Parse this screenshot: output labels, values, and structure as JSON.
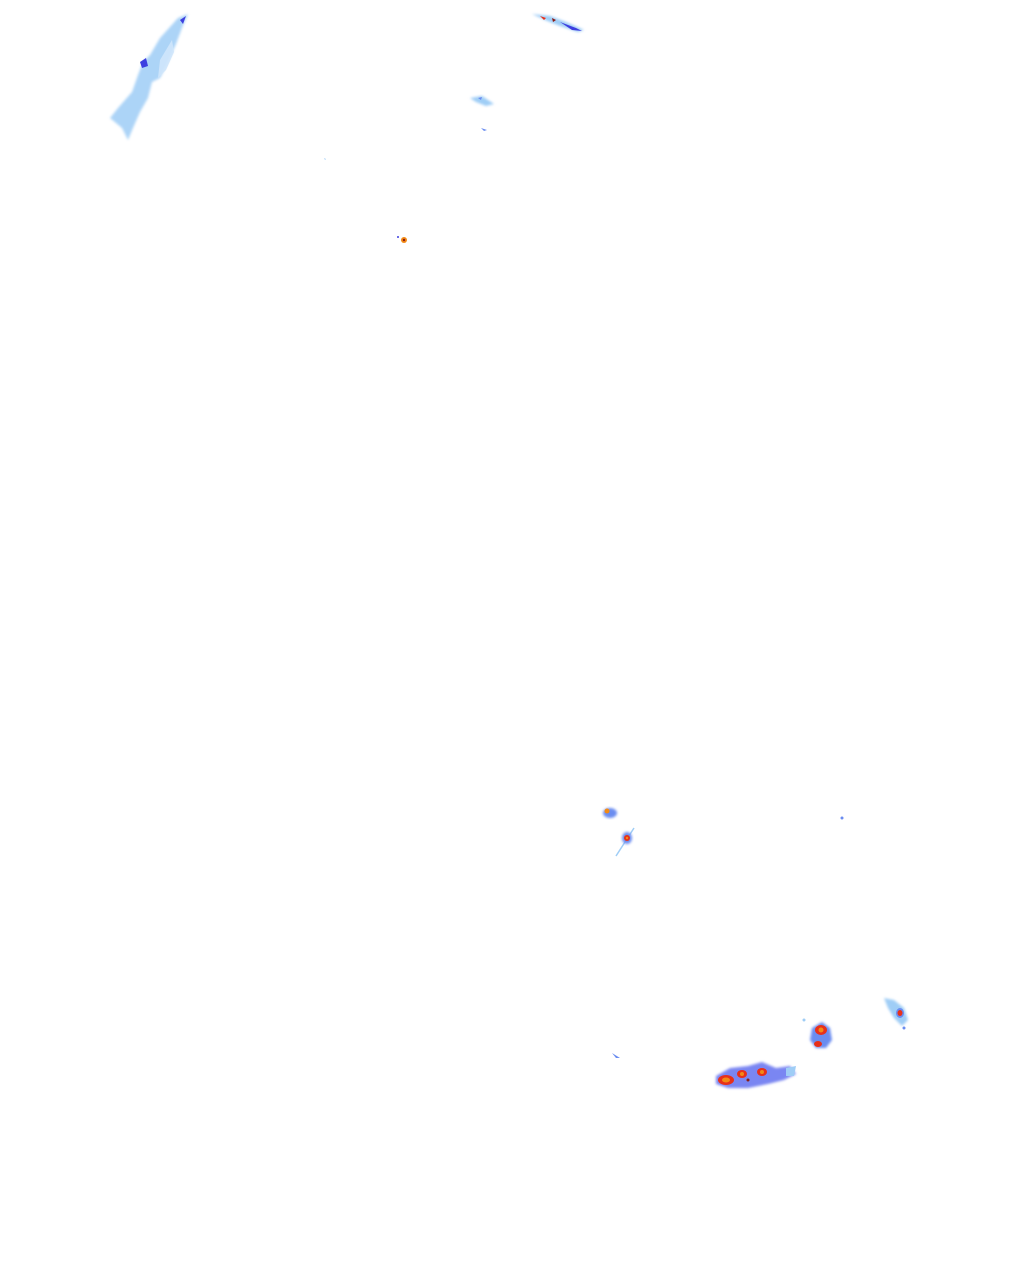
{
  "map": {
    "kind": "weather-radar-overlay",
    "background": "#ffffff",
    "palette": {
      "very-light": "#cfe6fb",
      "light": "#9fcdf6",
      "moderate": "#6a8cf0",
      "heavy": "#3d3fe0",
      "very-heavy": "#e8301a",
      "extreme": "#f28a16",
      "core": "#8b1a12"
    },
    "echoes": [
      {
        "name": "radar-echo-northwest-band",
        "intensity": "light"
      },
      {
        "name": "radar-echo-north-streak",
        "intensity": "moderate"
      },
      {
        "name": "radar-echo-north-small",
        "intensity": "light"
      },
      {
        "name": "radar-echo-center-dot",
        "intensity": "extreme"
      },
      {
        "name": "radar-echo-mid-south-cell-1",
        "intensity": "heavy"
      },
      {
        "name": "radar-echo-mid-south-cell-2",
        "intensity": "very-heavy"
      },
      {
        "name": "radar-echo-southeast-cluster",
        "intensity": "very-heavy"
      },
      {
        "name": "radar-echo-southeast-cell",
        "intensity": "very-heavy"
      },
      {
        "name": "radar-echo-east-cell",
        "intensity": "very-heavy"
      }
    ]
  }
}
